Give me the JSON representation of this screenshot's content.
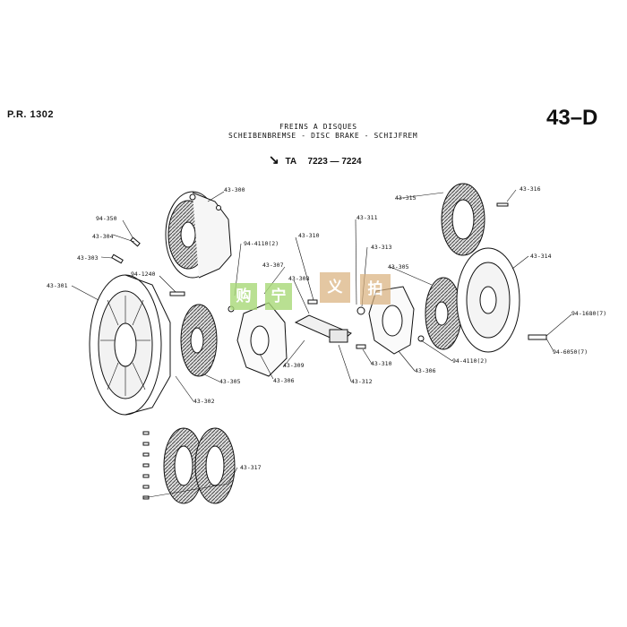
{
  "header": {
    "ref": "P.R. 1302",
    "sheet": "43–D",
    "title_line1": "FREINS A DISQUES",
    "title_line2": "SCHEIBENBREMSE - DISC BRAKE - SCHIJFREM",
    "model_arrow": "↘",
    "model_prefix": "TA",
    "model_code": "7223 — 7224"
  },
  "part_labels": [
    "43-300",
    "94-350",
    "43-304",
    "43-303",
    "94-4110(2)",
    "94-1240",
    "43-301",
    "43-310",
    "43-307",
    "43-308",
    "43-311",
    "43-313",
    "43-315",
    "43-316",
    "43-305",
    "43-314",
    "94-1680(7)",
    "94-6050(7)",
    "43-309",
    "43-306",
    "43-310",
    "43-312",
    "43-306",
    "94-4110(2)",
    "43-305",
    "43-302",
    "43-317"
  ],
  "watermark": [
    "购",
    "宁",
    "义",
    "拍"
  ],
  "colors": {
    "ink": "#111111",
    "watermark_green": "#9bd46a",
    "watermark_tan": "#d9b07c"
  }
}
